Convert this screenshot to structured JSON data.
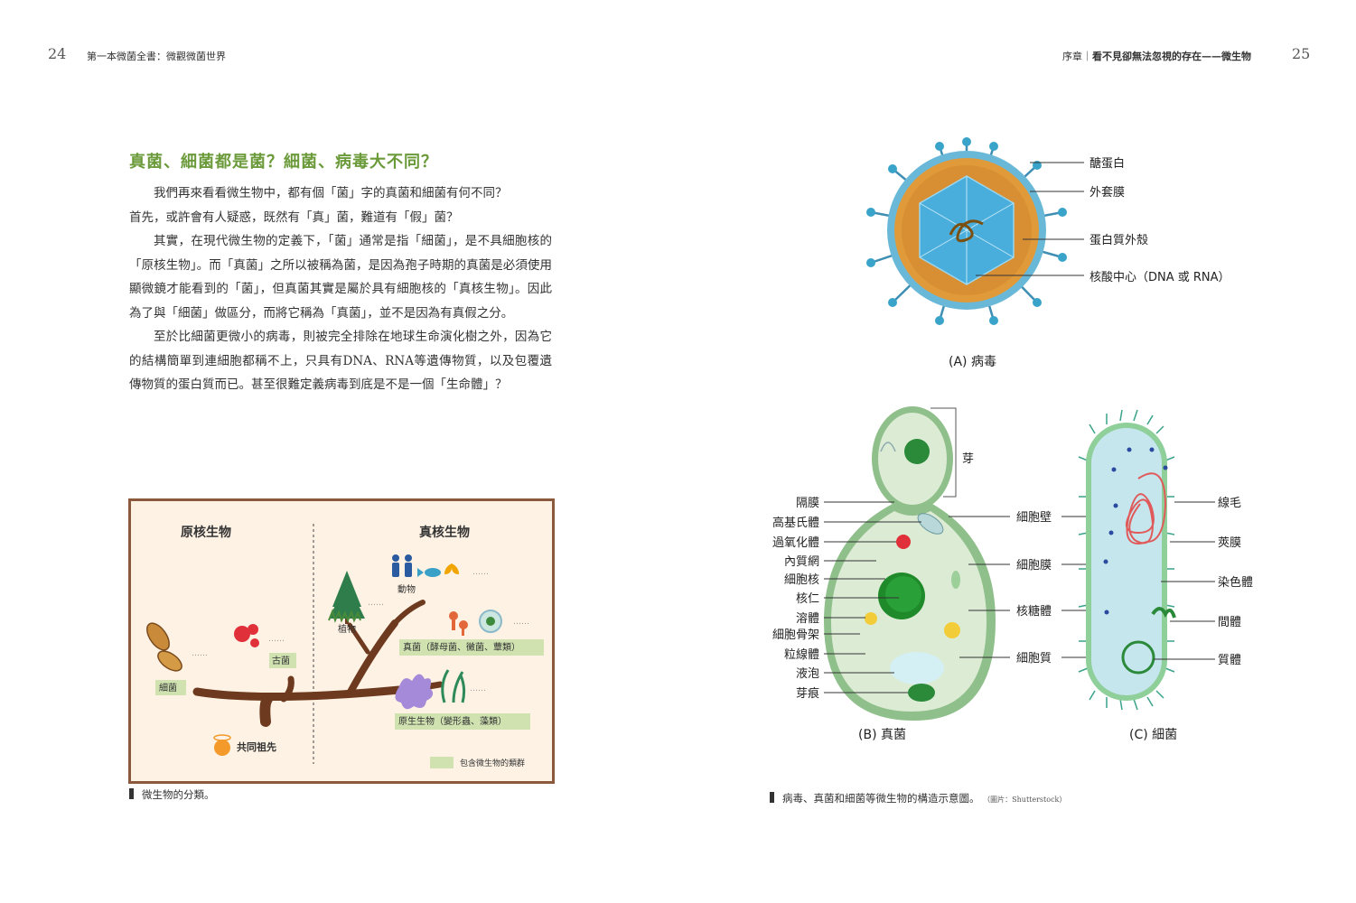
{
  "page_left": {
    "page_number": "24",
    "running_header": "第一本微菌全書：微觀微菌世界"
  },
  "page_right": {
    "page_number": "25",
    "running_header_prefix": "序章｜",
    "running_header_title": "看不見卻無法忽視的存在——微生物"
  },
  "section": {
    "title": "真菌、細菌都是菌？細菌、病毒大不同？",
    "paragraphs": [
      "我們再來看看微生物中，都有個「菌」字的真菌和細菌有何不同？",
      "首先，或許會有人疑惑，既然有「真」菌，難道有「假」菌？",
      "其實，在現代微生物的定義下，「菌」通常是指「細菌」，是不具細胞核的「原核生物」。而「真菌」之所以被稱為菌，是因為孢子時期的真菌是必須使用顯微鏡才能看到的「菌」，但真菌其實是屬於具有細胞核的「真核生物」。因此為了與「細菌」做區分，而將它稱為「真菌」，並不是因為有真假之分。",
      "至於比細菌更微小的病毒，則被完全排除在地球生命演化樹之外，因為它的結構簡單到連細胞都稱不上，只具有DNA、RNA等遺傳物質，以及包覆遺傳物質的蛋白質而已。甚至很難定義病毒到底是不是一個「生命體」？"
    ]
  },
  "tree_figure": {
    "prokaryote_heading": "原核生物",
    "eukaryote_heading": "真核生物",
    "bacteria": "細菌",
    "archaea": "古菌",
    "plants": "植物",
    "animals": "動物",
    "fungi": "真菌（酵母菌、黴菌、蕈類）",
    "protists": "原生生物（變形蟲、藻類）",
    "ancestor": "共同祖先",
    "legend": "包含微生物的類群",
    "ellipsis": "……",
    "caption": "微生物的分類。",
    "colors": {
      "frame": "#8b5a3c",
      "background": "#fdf2e4",
      "branch": "#6e3a1f",
      "label_box": "#cfe2b0"
    }
  },
  "virus_figure": {
    "labels": [
      "醣蛋白",
      "外套膜",
      "蛋白質外殼",
      "核酸中心（DNA 或 RNA）"
    ],
    "caption": "(A) 病毒"
  },
  "fungus_figure": {
    "bud_label": "芽",
    "left_labels": [
      "隔膜",
      "高基氏體",
      "過氧化體",
      "內質網",
      "細胞核",
      "核仁",
      "溶體",
      "細胞骨架",
      "粒線體",
      "液泡",
      "芽痕"
    ],
    "middle_labels": [
      "細胞壁",
      "細胞膜",
      "核糖體",
      "細胞質"
    ],
    "caption": "(B) 真菌"
  },
  "bacteria_figure": {
    "right_labels": [
      "線毛",
      "莢膜",
      "染色體",
      "間體",
      "質體"
    ],
    "caption": "(C) 細菌"
  },
  "right_caption": {
    "text": "病毒、真菌和細菌等微生物的構造示意圖。",
    "credit": "（圖片：Shutterstock）"
  }
}
